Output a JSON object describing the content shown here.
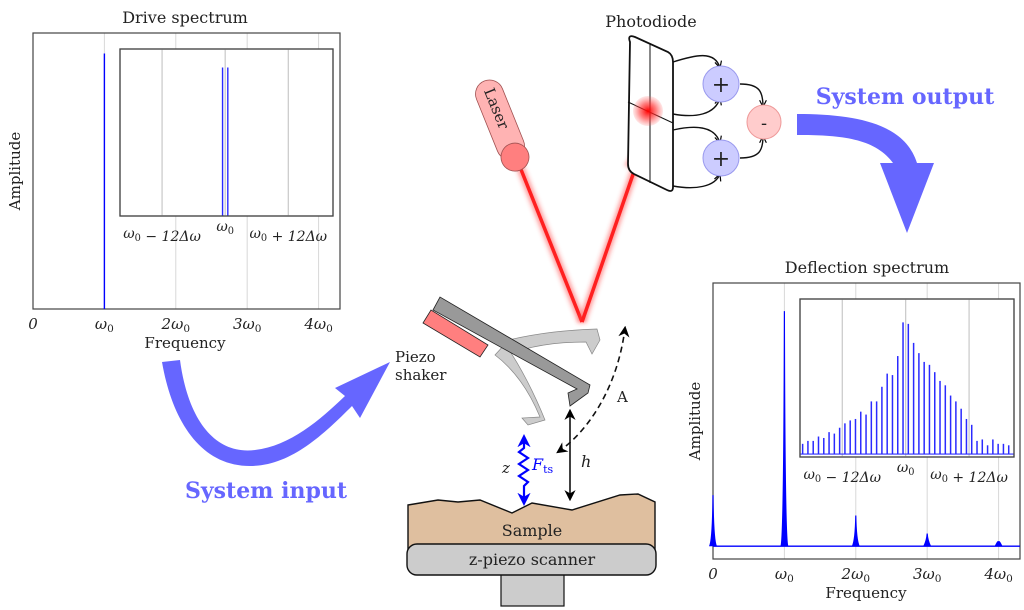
{
  "colors": {
    "spectrum_line": "#0000ff",
    "flow_arrow": "#6666ff",
    "laser_beam": "#ff2020",
    "laser_body": "#ffb3b3",
    "laser_tip": "#ff7f7f",
    "adder_fill": "#ccccff",
    "subtractor_fill": "#ffcccc",
    "cantilever": "#999999",
    "cantilever_ghost": "#cccccc",
    "piezo_shaker": "#ff7f7f",
    "sample": "#dfbf9f",
    "scanner": "#cccccc",
    "force": "#0000ff"
  },
  "labels": {
    "photodiode": "Photodiode",
    "laser": "Laser",
    "system_input": "System input",
    "system_output": "System output",
    "piezo_shaker_line1": "Piezo",
    "piezo_shaker_line2": "shaker",
    "amplitude_A": "A",
    "height_h": "h",
    "distance_z": "z",
    "force_F": "F",
    "force_sub": "ts",
    "sample": "Sample",
    "scanner": "z-piezo scanner",
    "adder_top": "+",
    "adder_bottom": "+",
    "subtractor": "-"
  },
  "chart_data": [
    {
      "type": "bar",
      "title": "Drive spectrum",
      "xlabel": "Frequency",
      "ylabel": "Amplitude",
      "xlim": [
        0,
        4.3
      ],
      "ylim": [
        0,
        1.08
      ],
      "grid": "vertical",
      "x_ticks": [
        {
          "value": 0,
          "label": "0"
        },
        {
          "value": 1,
          "label": "ω0"
        },
        {
          "value": 2,
          "label": "2ω0"
        },
        {
          "value": 3,
          "label": "3ω0"
        },
        {
          "value": 4,
          "label": "4ω0"
        }
      ],
      "peaks": [
        {
          "x": 1,
          "y": 1.0
        }
      ],
      "baseline": 0,
      "inset": {
        "xlim": [
          -20,
          20.5
        ],
        "ylim": [
          0,
          1.08
        ],
        "x_ticks": [
          {
            "value": -12,
            "label": "ω0 − 12Δω"
          },
          {
            "value": 0,
            "label": "ω0"
          },
          {
            "value": 12,
            "label": "ω0 + 12Δω"
          }
        ],
        "x_unit": "Δω offset from ω0",
        "peaks": [
          {
            "x": -0.5,
            "y": 0.96
          },
          {
            "x": 0.5,
            "y": 0.96
          }
        ]
      }
    },
    {
      "type": "bar",
      "title": "Deflection spectrum",
      "xlabel": "Frequency",
      "ylabel": "Amplitude",
      "xlim": [
        0,
        4.3
      ],
      "ylim": [
        0,
        1.08
      ],
      "grid": "vertical",
      "x_ticks": [
        {
          "value": 0,
          "label": "0"
        },
        {
          "value": 1,
          "label": "ω0"
        },
        {
          "value": 2,
          "label": "2ω0"
        },
        {
          "value": 3,
          "label": "3ω0"
        },
        {
          "value": 4,
          "label": "4ω0"
        }
      ],
      "baseline": 0.05,
      "peaks": [
        {
          "x": 0,
          "y": 0.25
        },
        {
          "x": 1,
          "y": 0.97
        },
        {
          "x": 2,
          "y": 0.17
        },
        {
          "x": 3,
          "y": 0.1
        },
        {
          "x": 4,
          "y": 0.07
        }
      ],
      "inset": {
        "xlim": [
          -20,
          20.5
        ],
        "ylim": [
          0,
          1.08
        ],
        "x_ticks": [
          {
            "value": -12,
            "label": "ω0 − 12Δω"
          },
          {
            "value": 0,
            "label": "ω0"
          },
          {
            "value": 12,
            "label": "ω0 + 12Δω"
          }
        ],
        "x_unit": "Δω offset from ω0",
        "baseline": 0.02,
        "peak_offsets": [
          -19.5,
          -18.5,
          -17.5,
          -16.5,
          -15.5,
          -14.5,
          -13.5,
          -12.5,
          -11.5,
          -10.5,
          -9.5,
          -8.5,
          -7.5,
          -6.5,
          -5.5,
          -4.5,
          -3.5,
          -2.5,
          -1.5,
          -0.5,
          0.5,
          1.5,
          2.5,
          3.5,
          4.5,
          5.5,
          6.5,
          7.5,
          8.5,
          9.5,
          10.5,
          11.5,
          12.5,
          13.5,
          14.5,
          15.5,
          16.5,
          17.5,
          18.5,
          19.5
        ],
        "peak_values": [
          0.09,
          0.11,
          0.11,
          0.14,
          0.13,
          0.17,
          0.16,
          0.2,
          0.23,
          0.25,
          0.26,
          0.31,
          0.29,
          0.38,
          0.38,
          0.48,
          0.57,
          0.56,
          0.69,
          0.92,
          0.91,
          0.78,
          0.71,
          0.65,
          0.63,
          0.58,
          0.52,
          0.49,
          0.42,
          0.38,
          0.33,
          0.26,
          0.22,
          0.11,
          0.12,
          0.08,
          0.12,
          0.09,
          0.09,
          0.08
        ]
      }
    }
  ]
}
